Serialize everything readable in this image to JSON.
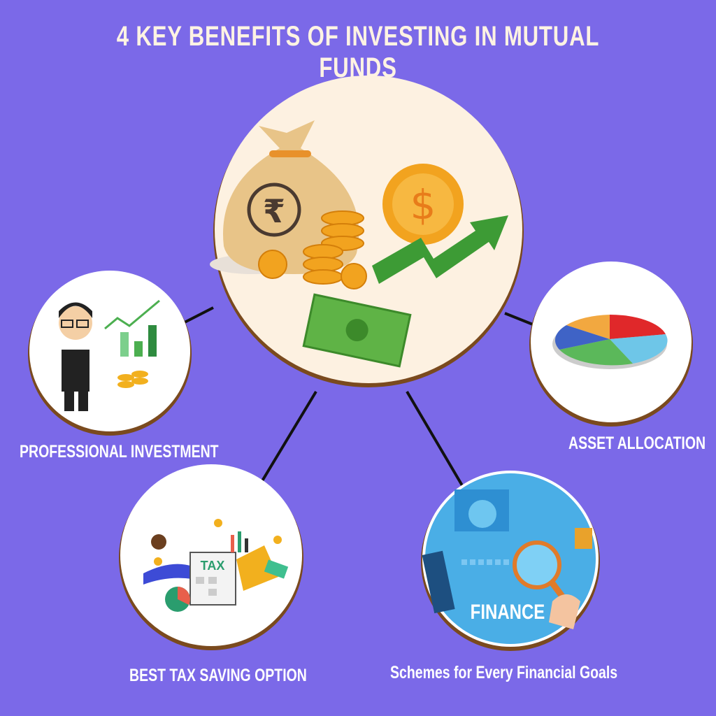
{
  "title": "4 KEY BENEFITS OF INVESTING IN MUTUAL FUNDS",
  "benefits": [
    {
      "label": "PROFESSIONAL INVESTMENT",
      "icon": "businessman-chart-icon"
    },
    {
      "label": "ASSET ALLOCATION",
      "icon": "pie-chart-icon"
    },
    {
      "label": "BEST TAX SAVING OPTION",
      "icon": "tax-document-icon",
      "image_text": "TAX"
    },
    {
      "label": "Schemes for Every Financial Goals",
      "icon": "finance-magnifier-icon",
      "image_text": "FINANCE"
    }
  ],
  "center_icon": "money-bag-growth-icon",
  "colors": {
    "background": "#7b69e8",
    "title": "#fff3e3",
    "circle_border": "#7a4a1e",
    "center_fill": "#fdf1e1"
  }
}
